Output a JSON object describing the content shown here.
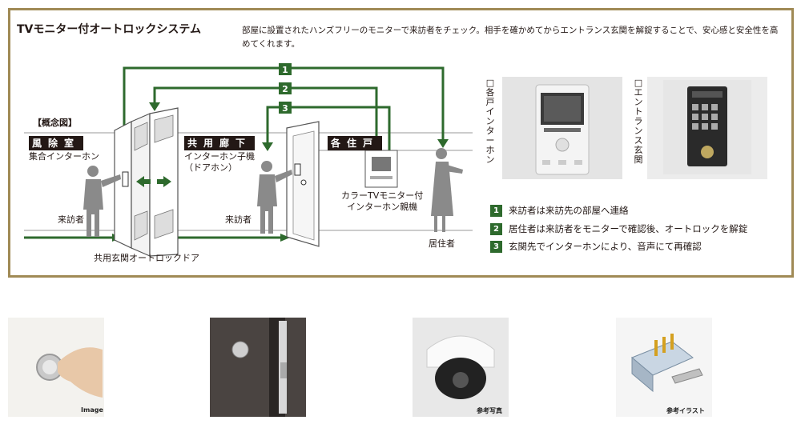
{
  "title": "TVモニター付オートロックシステム",
  "description": "部屋に設置されたハンズフリーのモニターで来訪者をチェック。相手を確かめてからエントランス玄関を解錠することで、安心感と安全性を高めてくれます。",
  "concept_label": "【概念図】",
  "rooms": [
    {
      "tag": "風除室",
      "sub": "集合インターホン"
    },
    {
      "tag": "共用廊下",
      "sub": "インターホン子機\n（ドアホン）"
    },
    {
      "tag": "各住戸",
      "sub": "カラーTVモニター付\nインターホン親機"
    }
  ],
  "visitor_label": "来訪者",
  "resident_label": "居住者",
  "door_label": "共用玄関オートロックドア",
  "flow_numbers": [
    "1",
    "2",
    "3"
  ],
  "photo_labels": {
    "indoor": "□各戸インターホン",
    "entrance": "□エントランス玄関"
  },
  "legend": [
    {
      "num": "1",
      "text": "来訪者は来訪先の部屋へ連絡"
    },
    {
      "num": "2",
      "text": "居住者は来訪者をモニターで確認後、オートロックを解錠"
    },
    {
      "num": "3",
      "text": "玄関先でインターホンにより、音声にて再確認"
    }
  ],
  "bottom_captions": [
    "Image",
    "参考写真",
    "参考イラスト"
  ],
  "colors": {
    "accent_green": "#2e6a2d",
    "frame": "#a08a55",
    "figure": "#8a8a8a"
  }
}
